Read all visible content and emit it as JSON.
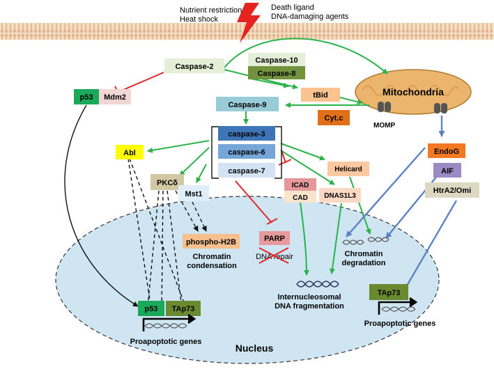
{
  "stimuli": {
    "left": [
      "Nutrient restriction",
      "Heat shock"
    ],
    "right": [
      "Death ligand",
      "DNA-damaging agents"
    ]
  },
  "caspases": {
    "casp2": "Caspase-2",
    "casp10": "Caspase-10",
    "casp8": "Caspase-8",
    "casp9": "Caspase-9",
    "casp3": "caspase-3",
    "casp6": "caspase-6",
    "casp7": "caspase-7"
  },
  "proteins": {
    "p53": "p53",
    "mdm2": "Mdm2",
    "tbid": "tBid",
    "cytc": "Cyt.c",
    "abl": "Abl",
    "pkcd": "PKCδ",
    "mst1": "Mst1",
    "icad": "ICAD",
    "cad": "CAD",
    "dnas1l3": "DNAS1L3",
    "helicard": "Helicard",
    "endog": "EndoG",
    "aif": "AIF",
    "htra2": "HtrA2/Omi",
    "phospho_h2b": "phospho-H2B",
    "parp": "PARP",
    "p53_nuc": "p53",
    "tap73_left": "TAp73",
    "tap73_right": "TAp73"
  },
  "labels": {
    "mitochondria": "Mitochondria",
    "momp": "MOMP",
    "chromatin_condensation": [
      "Chromatin",
      "condensation"
    ],
    "dna_repair": "DNA repair",
    "dna_fragmentation": [
      "Internucleosomal",
      "DNA fragmentation"
    ],
    "chromatin_degradation": [
      "Chromatin",
      "degradation"
    ],
    "proapoptotic_left": "Proapoptotic genes",
    "proapoptotic_right": "Proapoptotic genes",
    "nucleus": "Nucleus"
  },
  "colors": {
    "membrane": "#e8c8a0",
    "nucleus_fill": "#cfe6f2",
    "activation_arrow": "#2bb24a",
    "inhibition": "#e0262a",
    "blue_arrow": "#5b82c4",
    "mitochondria": "#ecb56d"
  }
}
